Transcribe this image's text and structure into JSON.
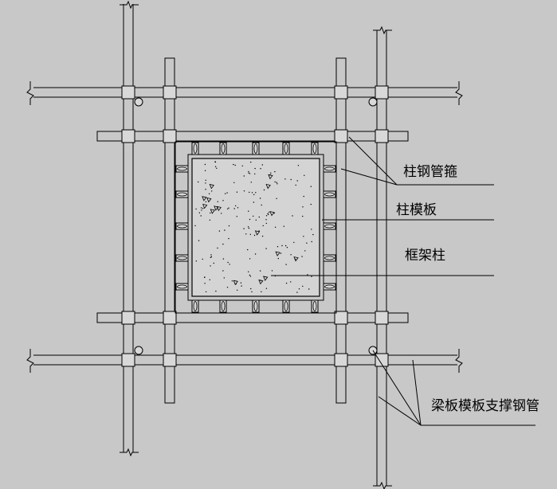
{
  "labels": {
    "column_hoop": "柱钢管箍",
    "column_formwork": "柱模板",
    "frame_column": "框架柱",
    "support_tube": "梁板模板支撑钢管"
  },
  "colors": {
    "background": "#c8c8c8",
    "line": "#000000",
    "concrete_fill": "#d4d4d4",
    "coupler_fill": "#d8d8d8"
  }
}
